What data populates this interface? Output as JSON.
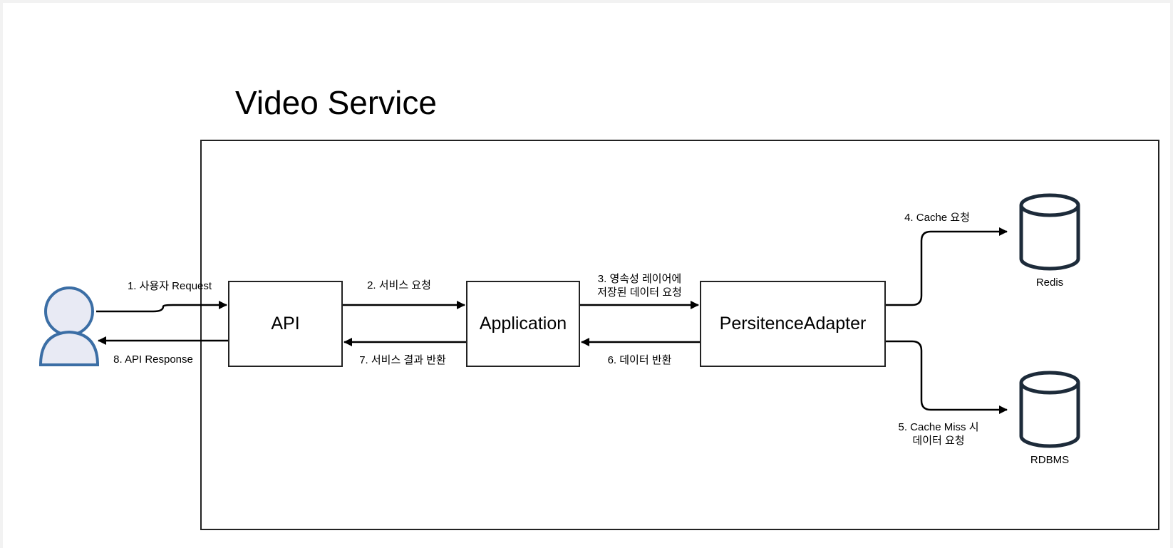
{
  "diagram": {
    "title": "Video Service",
    "nodes": {
      "api": "API",
      "application": "Application",
      "persistence": "PersitenceAdapter",
      "redis": "Redis",
      "rdbms": "RDBMS"
    },
    "edges": {
      "e1": "1. 사용자 Request",
      "e2": "2. 서비스 요청",
      "e3_line1": "3. 영속성 레이어에",
      "e3_line2": "저장된 데이터 요청",
      "e4": "4. Cache 요청",
      "e5_line1": "5. Cache Miss 시",
      "e5_line2": "데이터 요청",
      "e6": "6. 데이터 반환",
      "e7": "7. 서비스 결과 반환",
      "e8": "8. API Response"
    },
    "colors": {
      "user_stroke": "#3b6ea5",
      "user_fill": "#e8eaf4",
      "db_stroke": "#1d2b3a",
      "line": "#000000"
    },
    "icons": {
      "user": "user-icon",
      "database": "database-icon"
    }
  }
}
